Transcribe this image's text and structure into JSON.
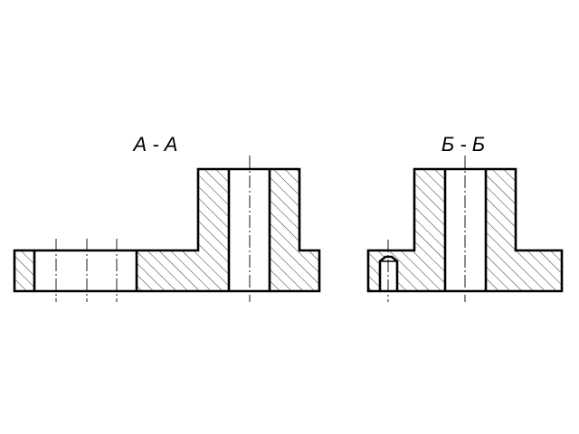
{
  "sections": [
    {
      "id": "a-a",
      "label": "А - А"
    },
    {
      "id": "b-b",
      "label": "Б - Б"
    }
  ],
  "colors": {
    "line": "#000000",
    "background": "#ffffff",
    "hatch": "#000000"
  },
  "hatch_style": "diagonal-45"
}
